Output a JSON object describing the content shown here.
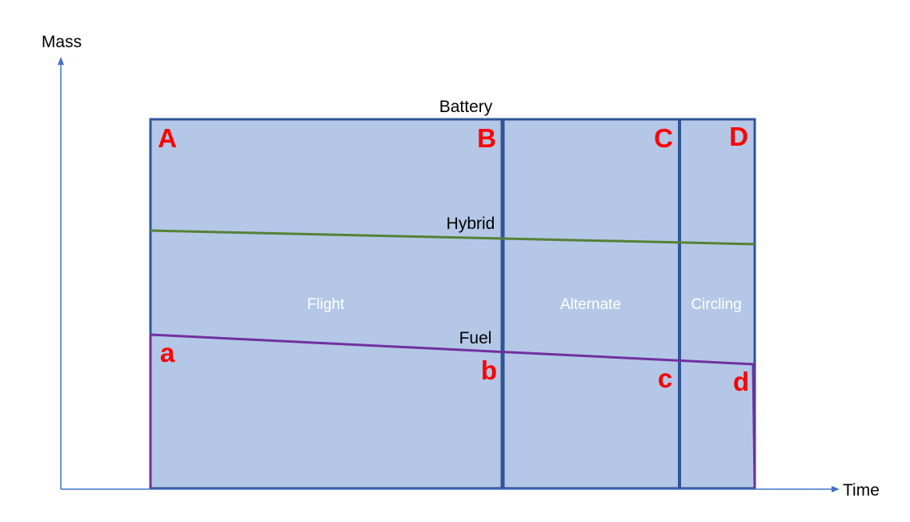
{
  "axes": {
    "y_label": "Mass",
    "x_label": "Time"
  },
  "curves": {
    "top": "Battery",
    "middle": "Hybrid",
    "bottom": "Fuel"
  },
  "phases": [
    "Flight",
    "Alternate",
    "Circling"
  ],
  "points_upper": [
    "A",
    "B",
    "C",
    "D"
  ],
  "points_lower": [
    "a",
    "b",
    "c",
    "d"
  ],
  "colors": {
    "axis": "#4472c4",
    "region_fill": "#b4c7e7",
    "region_border": "#2f5597",
    "hybrid_line": "#548235",
    "fuel_line": "#7030a0",
    "point_labels": "#ff0000",
    "phase_labels": "#ffffff"
  }
}
